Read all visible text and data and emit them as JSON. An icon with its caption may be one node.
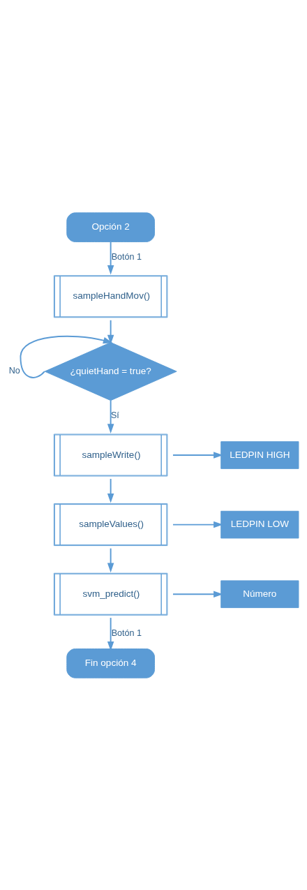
{
  "diagram": {
    "nodes": [
      {
        "text": [
          "Opción 2"
        ]
      },
      {
        "text": [
          "sampleHandMov()"
        ]
      },
      {
        "text": [
          "¿quietHand = true?"
        ]
      },
      {
        "text": [
          "sampleWrite()"
        ]
      },
      {
        "text": [
          "LEDPIN HIGH"
        ]
      },
      {
        "text": [
          "sampleValues()"
        ]
      },
      {
        "text": [
          "LEDPIN LOW"
        ]
      },
      {
        "text": [
          "svm_predict()"
        ]
      },
      {
        "text": [
          "Número"
        ]
      },
      {
        "text": [
          "Fin opción 4"
        ]
      }
    ],
    "edges": [
      {
        "from": 0,
        "to": 1,
        "arrow": "to",
        "label": "Botón 1"
      },
      {
        "from": 1,
        "to": 2,
        "arrow": "to"
      },
      {
        "from": 2,
        "to": 2,
        "arrow": "to",
        "label": "No"
      },
      {
        "from": 2,
        "to": 3,
        "arrow": "to",
        "label": "Sí"
      },
      {
        "from": 3,
        "to": 4,
        "arrow": "to"
      },
      {
        "from": 3,
        "to": 5,
        "arrow": "to"
      },
      {
        "from": 5,
        "to": 6,
        "arrow": "to"
      },
      {
        "from": 5,
        "to": 7,
        "arrow": "to"
      },
      {
        "from": 7,
        "to": 8,
        "arrow": "to"
      },
      {
        "from": 7,
        "to": 9,
        "arrow": "to",
        "label": "Botón 1"
      }
    ]
  }
}
